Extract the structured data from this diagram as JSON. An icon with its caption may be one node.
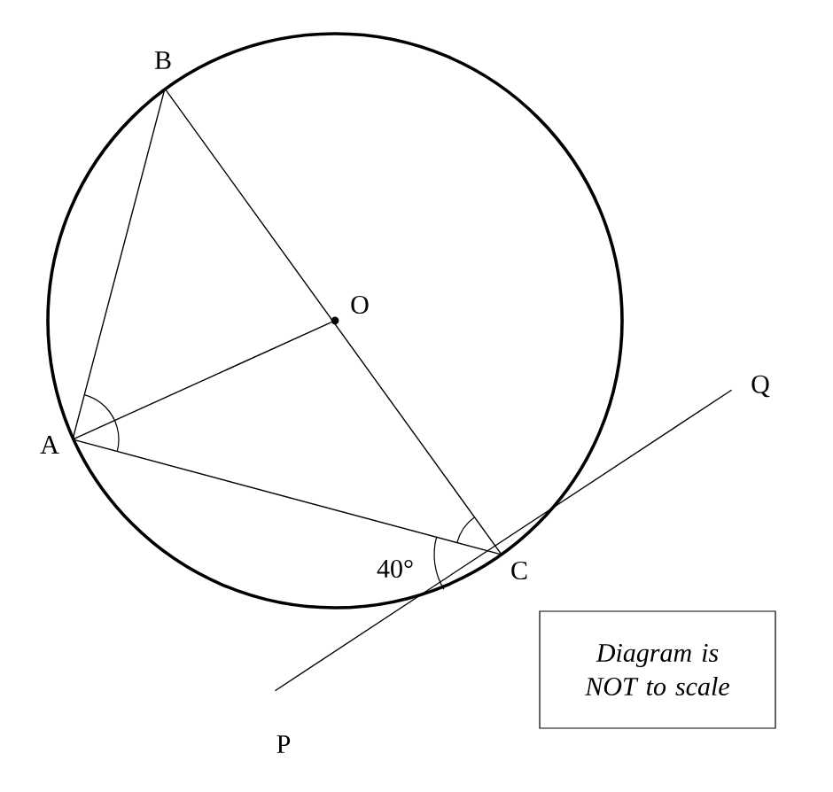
{
  "diagram": {
    "nodes": [
      {
        "text": [
          "B"
        ]
      },
      {
        "text": [
          "O"
        ]
      },
      {
        "text": [
          "A"
        ]
      },
      {
        "text": [
          "C"
        ]
      },
      {
        "text": [
          "Q"
        ]
      },
      {
        "text": [
          "P"
        ]
      },
      {
        "text": [
          "Diagram is NOT to scale"
        ]
      }
    ],
    "edges": [
      {
        "from": 2,
        "to": 0,
        "arrow": "none"
      },
      {
        "from": 2,
        "to": 1,
        "arrow": "none"
      },
      {
        "from": 0,
        "to": 3,
        "arrow": "none"
      },
      {
        "from": 2,
        "to": 3,
        "arrow": "none"
      },
      {
        "from": 5,
        "to": 4,
        "arrow": "none"
      }
    ],
    "labels": [
      "40°"
    ]
  }
}
